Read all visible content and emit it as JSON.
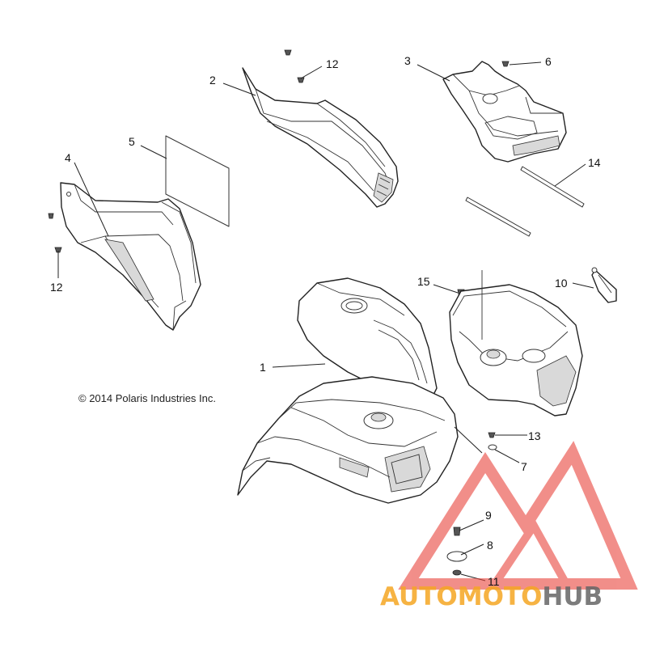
{
  "copyright": "© 2014 Polaris Industries Inc.",
  "callouts": {
    "c1": "1",
    "c2": "2",
    "c3": "3",
    "c4": "4",
    "c5": "5",
    "c6": "6",
    "c7": "7",
    "c8": "8",
    "c9": "9",
    "c10": "10",
    "c11": "11",
    "c12a": "12",
    "c12b": "12",
    "c13": "13",
    "c14": "14",
    "c15": "15"
  },
  "watermark": {
    "part1": "AUTO",
    "part2": "MOTO",
    "part3": "HUB",
    "colors": {
      "triangle": "#e9443c",
      "auto": "#f5a623",
      "moto": "#f5a623",
      "hub": "#666666"
    }
  }
}
